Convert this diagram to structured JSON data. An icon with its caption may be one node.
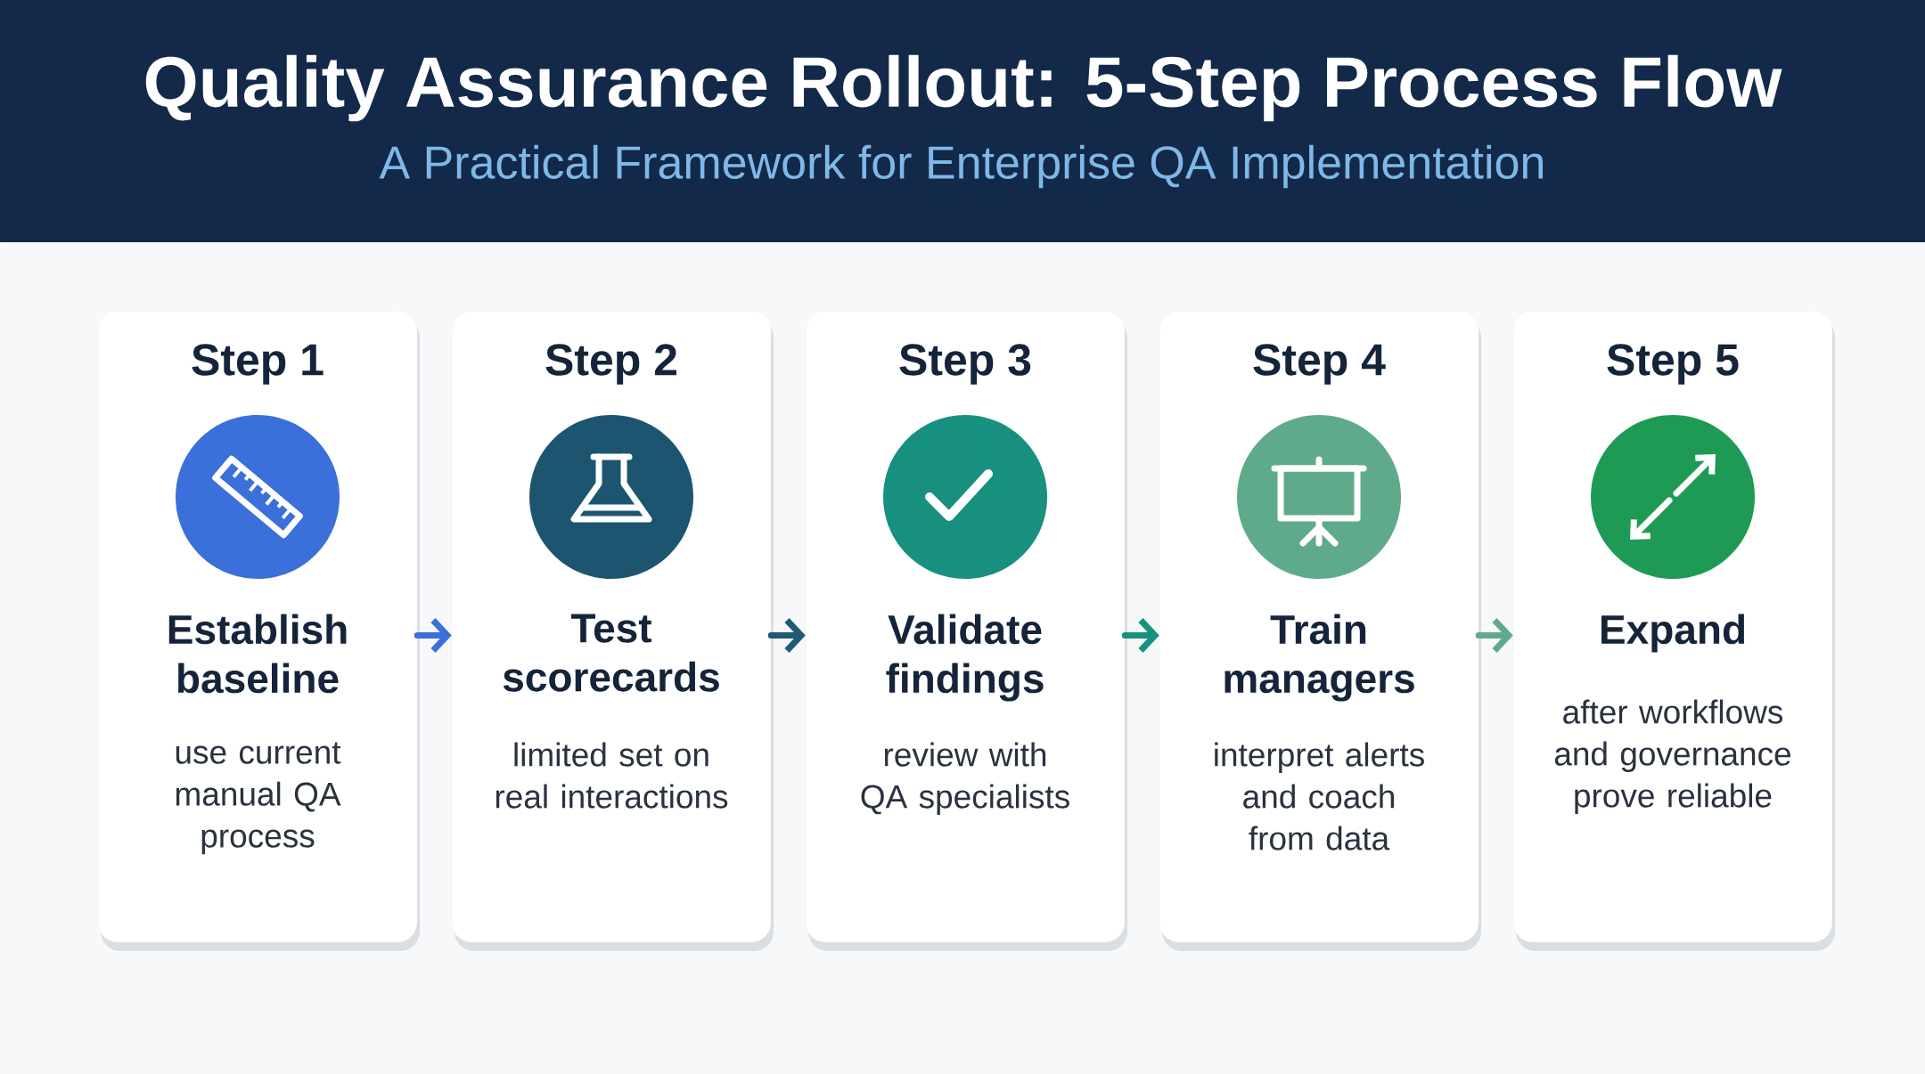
{
  "diagram": {
    "title": "Quality Assurance Rollout: 5-Step Process Flow",
    "caption": "A Practical Framework for Enterprise QA Implementation",
    "nodes": [
      {
        "text": [
          "Step 1",
          "Establish baseline",
          "use current manual QA process"
        ]
      },
      {
        "text": [
          "Step 2",
          "Test scorecards",
          "limited set on real interactions"
        ]
      },
      {
        "text": [
          "Step 3",
          "Validate findings",
          "review with QA specialists"
        ]
      },
      {
        "text": [
          "Step 4",
          "Train managers",
          "interpret alerts and coach from data"
        ]
      },
      {
        "text": [
          "Step 5",
          "Expand",
          "after workflows and governance prove reliable"
        ]
      }
    ],
    "edges": [
      {
        "from": 0,
        "to": 1,
        "arrow": "to",
        "color": "#3b6fd9"
      },
      {
        "from": 1,
        "to": 2,
        "arrow": "to",
        "color": "#1f5a72"
      },
      {
        "from": 2,
        "to": 3,
        "arrow": "to",
        "color": "#17907f"
      },
      {
        "from": 3,
        "to": 4,
        "arrow": "to",
        "color": "#5faa8a"
      }
    ]
  }
}
